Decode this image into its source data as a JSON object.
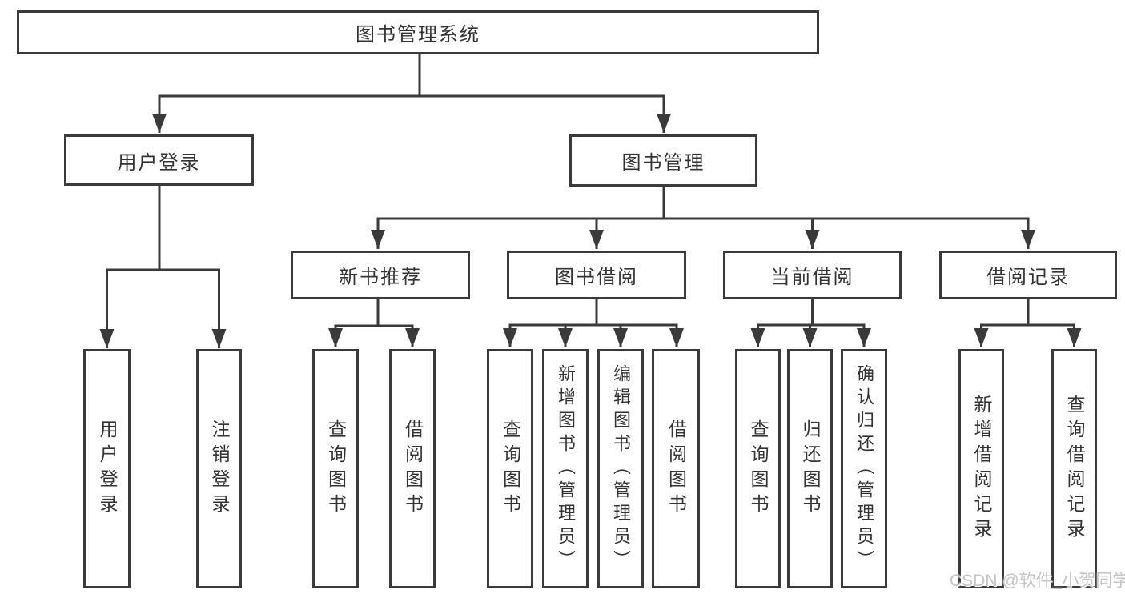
{
  "diagram": {
    "root": {
      "label": "图书管理系统"
    },
    "level2": [
      {
        "label": "用户登录"
      },
      {
        "label": "图书管理"
      }
    ],
    "level3": [
      {
        "label": "新书推荐"
      },
      {
        "label": "图书借阅"
      },
      {
        "label": "当前借阅"
      },
      {
        "label": "借阅记录"
      }
    ],
    "leaves": {
      "user_login": [
        "用户登录",
        "注销登录"
      ],
      "new_book_rec": [
        "查询图书",
        "借阅图书"
      ],
      "book_borrow": [
        "查询图书",
        "新增图书（管理员）",
        "编辑图书（管理员）",
        "借阅图书"
      ],
      "current_borrow": [
        "查询图书",
        "归还图书",
        "确认归还（管理员）"
      ],
      "borrow_records": [
        "新增借阅记录",
        "查询借阅记录"
      ]
    },
    "colors": {
      "line": "#3a3a3a",
      "text": "#333333",
      "background": "#ffffff",
      "watermark": "#c4c4c4"
    },
    "watermark": "CSDN @软件_小贺同学"
  }
}
